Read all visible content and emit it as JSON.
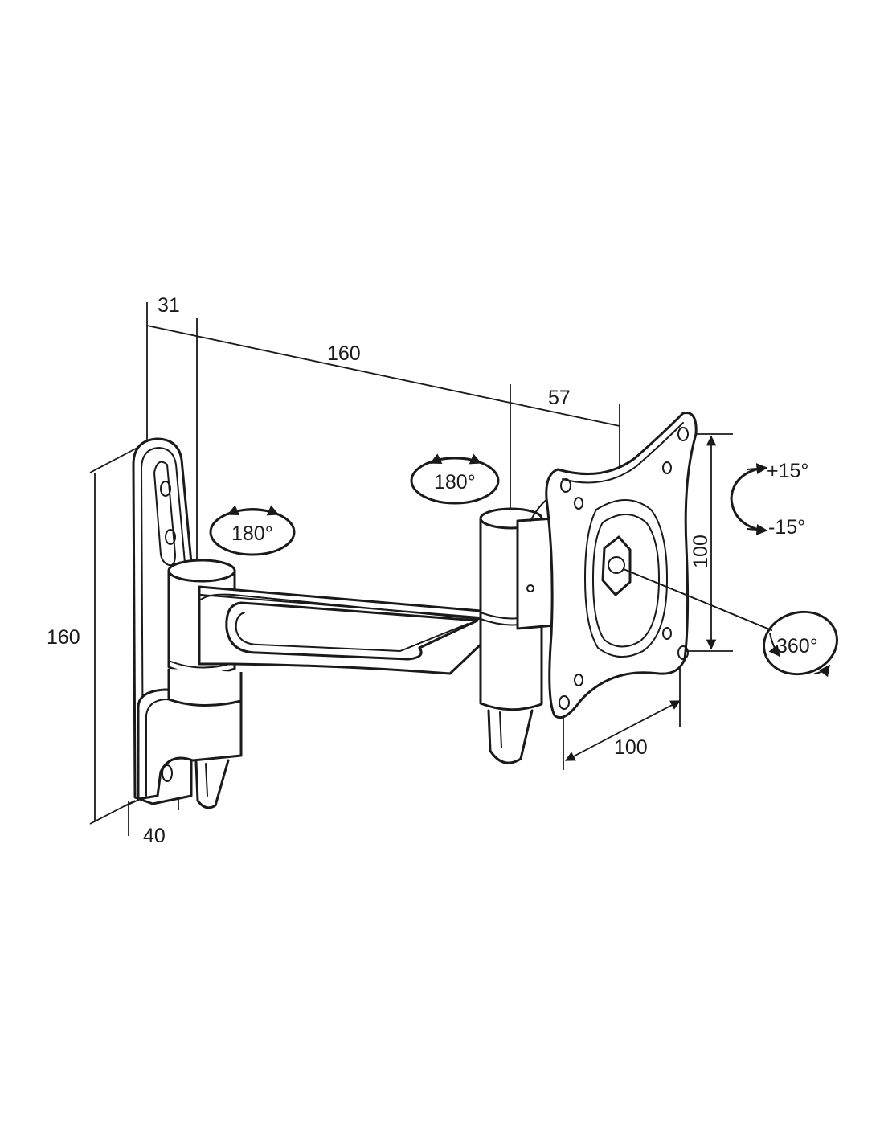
{
  "dimensions": {
    "wall_plate_depth": "31",
    "arm_reach": "160",
    "plate_offset": "57",
    "wall_plate_height": "160",
    "wall_plate_width": "40",
    "vesa_vertical": "100",
    "vesa_horizontal": "100"
  },
  "rotations": {
    "wall_joint_swivel": "180°",
    "arm_joint_swivel": "180°",
    "tilt_up": "+15°",
    "tilt_down": "-15°",
    "plate_rotation": "360°"
  },
  "colors": {
    "line": "#1a1a1a",
    "background": "#ffffff"
  }
}
